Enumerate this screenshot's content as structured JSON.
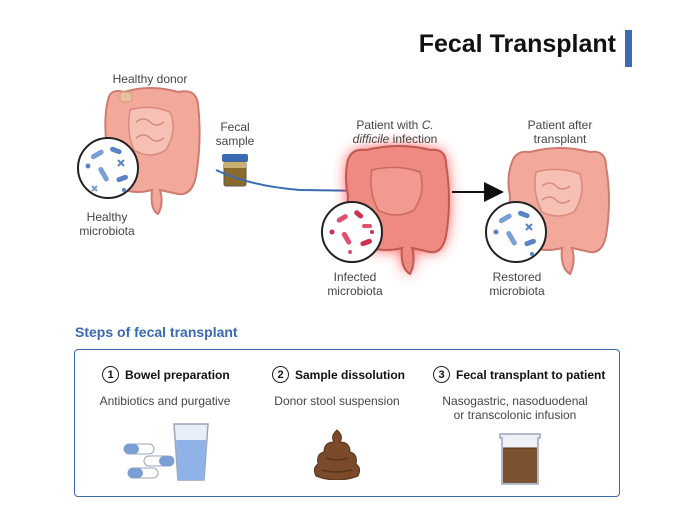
{
  "title": "Fecal Transplant",
  "top": {
    "healthy_donor": "Healthy donor",
    "healthy_microbiota": [
      "Healthy",
      "microbiota"
    ],
    "fecal_sample": [
      "Fecal",
      "sample"
    ],
    "patient_cdiff": {
      "line1_prefix": "Patient with ",
      "line1_italic": "C.",
      "line2_italic": "difficile",
      "line2_suffix": " infection"
    },
    "infected_microbiota": [
      "Infected",
      "microbiota"
    ],
    "patient_after": [
      "Patient after",
      "transplant"
    ],
    "restored_microbiota": [
      "Restored",
      "microbiota"
    ]
  },
  "steps_heading": "Steps of fecal transplant",
  "steps": [
    {
      "number": "1",
      "title": "Bowel preparation",
      "desc": [
        "Antibiotics and purgative"
      ]
    },
    {
      "number": "2",
      "title": "Sample dissolution",
      "desc": [
        "Donor stool suspension"
      ]
    },
    {
      "number": "3",
      "title": "Fecal transplant to patient",
      "desc": [
        "Nasogastric, nasoduodenal",
        "or transcolonic infusion"
      ]
    }
  ],
  "colors": {
    "accent": "#3a6ab3",
    "intestine": "#f2a99c",
    "infection_glow": "#ff2020",
    "stool": "#7a4a2a"
  }
}
